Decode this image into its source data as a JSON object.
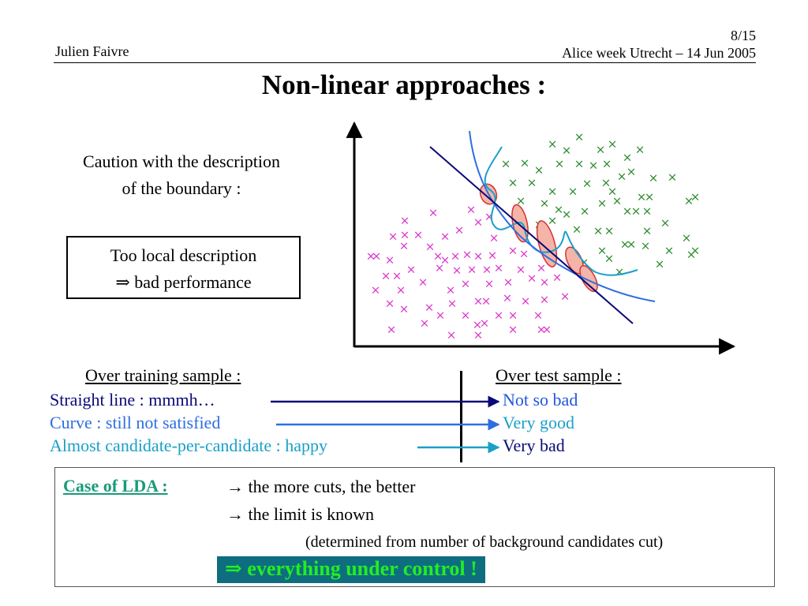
{
  "header": {
    "author": "Julien Faivre",
    "page": "8/15",
    "event": "Alice week Utrecht  –  14 Jun 2005"
  },
  "title": "Non-linear approaches :",
  "caution": {
    "line1": "Caution with the description",
    "line2": "of the boundary :"
  },
  "local_box": {
    "line1": "Too local description",
    "line2": "⇒ bad performance"
  },
  "plot": {
    "signal_marker": "×",
    "background_marker": "×",
    "colors": {
      "signal": "#dd33cc",
      "background": "#2a8a2a",
      "straight_line": "#0a0a78",
      "curve": "#2e6fe0",
      "candidate": "#1aa0c8",
      "blob_fill": "#f4b5a8",
      "blob_stroke": "#d33333"
    }
  },
  "comparison": {
    "training_heading": "Over training sample :",
    "test_heading": "Over test sample :",
    "rows": [
      {
        "label": "Straight line : mmmh…",
        "label_color": "#0a0a78",
        "arrow_color": "#0a0a78",
        "result": "Not so bad",
        "result_color": "#2255dd"
      },
      {
        "label": "Curve : still not satisfied",
        "label_color": "#2e6fe0",
        "arrow_color": "#2e6fe0",
        "result": "Very good",
        "result_color": "#1aa0c8"
      },
      {
        "label": "Almost candidate-per-candidate : happy",
        "label_color": "#1aa0c8",
        "arrow_color": "#1aa0c8",
        "result": "Very bad",
        "result_color": "#0a0a78"
      }
    ]
  },
  "lda": {
    "label": "Case of LDA :",
    "point1": "→ the more cuts, the better",
    "point2": "→ the limit is known",
    "note": "(determined from number of background candidates cut)",
    "banner": "⇒ everything under control !"
  }
}
